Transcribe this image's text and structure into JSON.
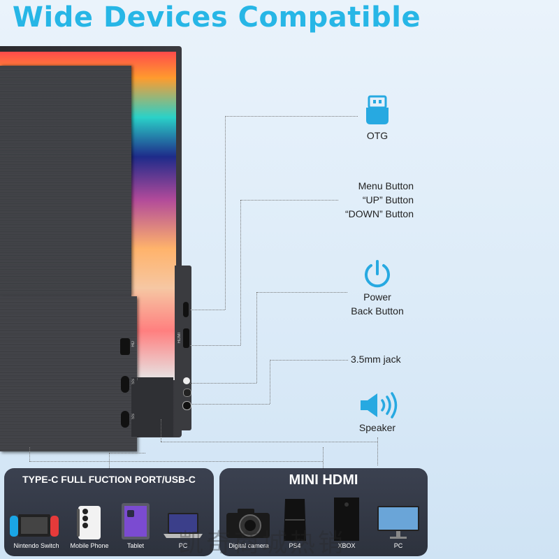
{
  "title": "Wide Devices Compatible",
  "labels": {
    "otg": "OTG",
    "menu": "Menu Button",
    "up": "“UP” Button",
    "down": "“DOWN” Button",
    "power": "Power",
    "back": "Back Button",
    "jack": "3.5mm jack",
    "speaker": "Speaker"
  },
  "ports": {
    "hd": "HD",
    "ss1": "SS",
    "ss2": "SS",
    "hdmi": "HDMI"
  },
  "left_panel": {
    "title": "TYPE-C FULL FUCTION PORT/USB-C",
    "devices": [
      "Nintendo Switch",
      "Mobile Phone",
      "Tablet",
      "PC"
    ]
  },
  "right_panel": {
    "title": "MINI HDMI",
    "devices": [
      "Digital camera",
      "PS4",
      "XBOX",
      "PC"
    ]
  },
  "watermark": "凯奇商城热销",
  "colors": {
    "title": "#27b6e6",
    "icon": "#27a9e1",
    "panel": "#2f3440"
  }
}
